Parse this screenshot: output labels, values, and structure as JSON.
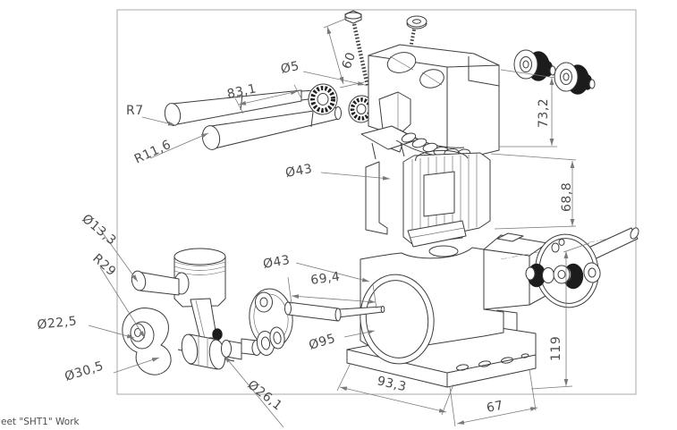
{
  "colors": {
    "background": "#ffffff",
    "frame": "#a9a9a9",
    "part_lines": "#3d3d3d",
    "dimension_lines": "#7a7a7a",
    "dimension_text": "#4c4c4c",
    "knurl_fill": "#1c1c1c"
  },
  "footer": {
    "sheet_note": "eet \"SHT1\" Work"
  },
  "dimensions": {
    "r7": "R7",
    "r11_6": "R11,6",
    "len_83_1": "83,1",
    "dia_5": "Ø5",
    "len_60": "60",
    "dia_43_upper": "Ø43",
    "len_73_2": "73,2",
    "len_68_8": "68,8",
    "len_119": "119",
    "dia_13_3": "Ø13,3",
    "r29": "R29",
    "dia_22_5": "Ø22,5",
    "dia_30_5": "Ø30,5",
    "dia_43_lower": "Ø43",
    "len_69_4": "69,4",
    "dia_95": "Ø95",
    "dia_26_1": "Ø26,1",
    "len_93_3": "93,3",
    "len_67": "67"
  }
}
